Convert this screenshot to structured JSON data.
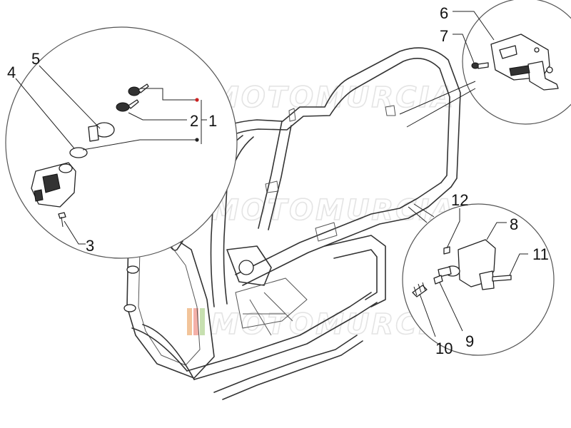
{
  "watermark": {
    "text": "MOTOMURCIA",
    "flag_colors": [
      "#f2c49a",
      "#f4b0a8",
      "#c7e0b0",
      "#e6e6e6"
    ]
  },
  "callouts": [
    {
      "id": "1",
      "label": "1"
    },
    {
      "id": "2",
      "label": "2"
    },
    {
      "id": "3",
      "label": "3"
    },
    {
      "id": "4",
      "label": "4"
    },
    {
      "id": "5",
      "label": "5"
    },
    {
      "id": "6",
      "label": "6"
    },
    {
      "id": "7",
      "label": "7"
    },
    {
      "id": "8",
      "label": "8"
    },
    {
      "id": "9",
      "label": "9"
    },
    {
      "id": "10",
      "label": "10"
    },
    {
      "id": "11",
      "label": "11"
    },
    {
      "id": "12",
      "label": "12"
    }
  ],
  "colors": {
    "line": "#222222",
    "marker": "#cc2222",
    "background": "#ffffff"
  }
}
